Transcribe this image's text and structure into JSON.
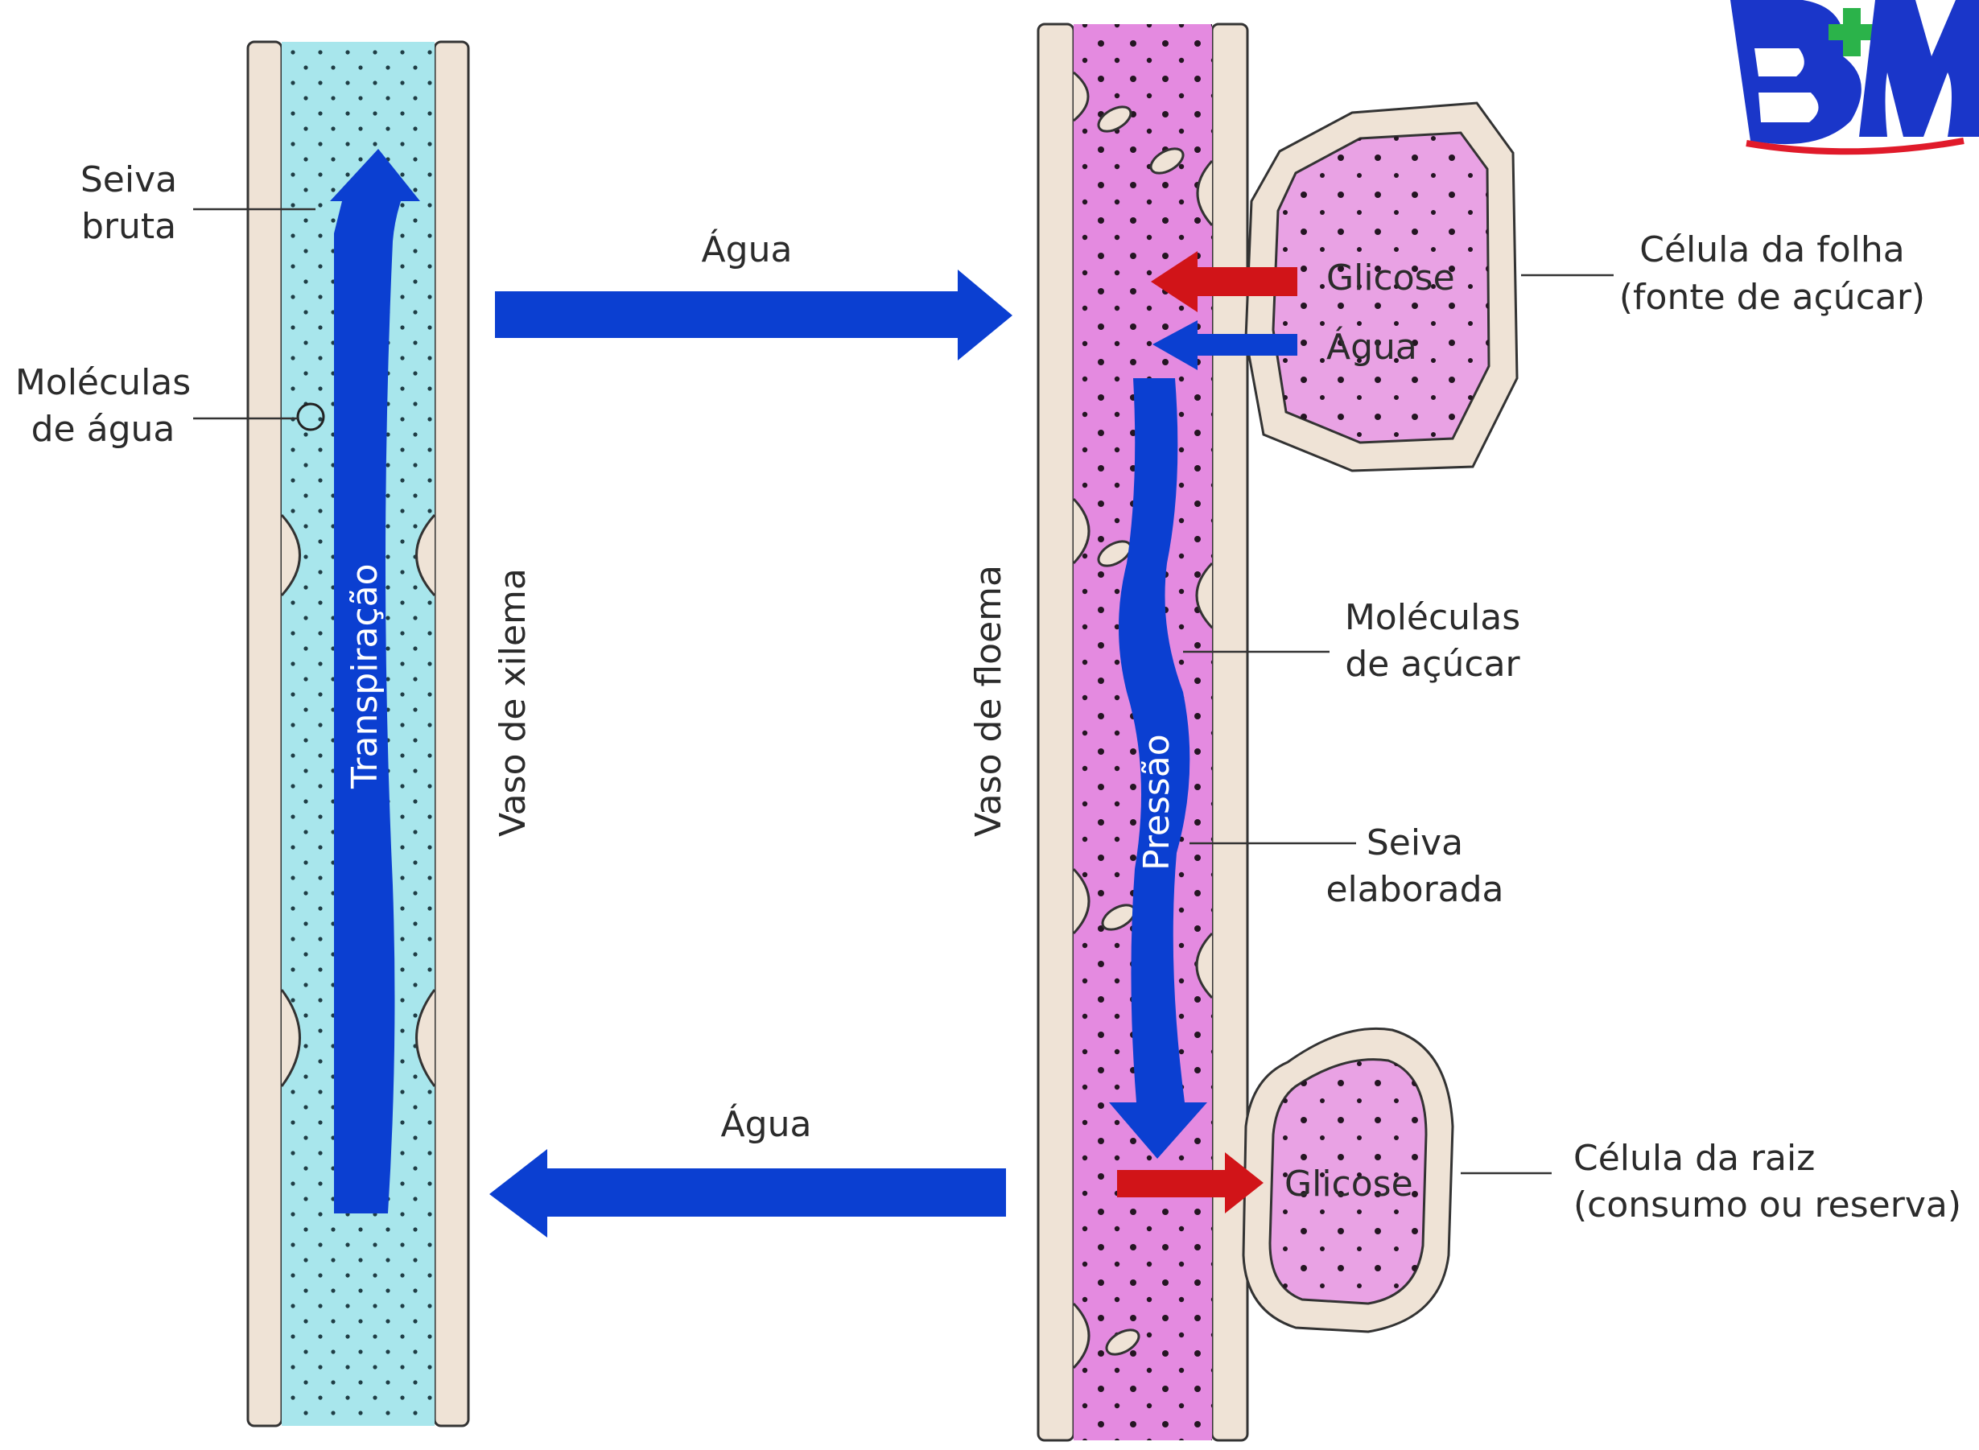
{
  "labels": {
    "seiva_bruta_1": "Seiva",
    "seiva_bruta_2": "bruta",
    "moleculas_agua_1": "Moléculas",
    "moleculas_agua_2": "de água",
    "transpiracao": "Transpiração",
    "vaso_xilema": "Vaso de xilema",
    "vaso_floema": "Vaso de floema",
    "agua_top": "Água",
    "agua_bottom": "Água",
    "glicose_leaf": "Glicose",
    "agua_leaf": "Água",
    "celula_folha_1": "Célula da folha",
    "celula_folha_2": "(fonte de açúcar)",
    "moleculas_acucar_1": "Moléculas",
    "moleculas_acucar_2": "de açúcar",
    "pressao": "Pressão",
    "seiva_elaborada_1": "Seiva",
    "seiva_elaborada_2": "elaborada",
    "glicose_root": "Glicose",
    "celula_raiz_1": "Célula da raiz",
    "celula_raiz_2": "(consumo ou reserva)"
  },
  "colors": {
    "xylem_fill": "#a8e6ec",
    "phloem_fill": "#e48ae0",
    "cell_fill": "#e9a2e4",
    "wall": "#efe3d6",
    "blue_arrow": "#0b3fd1",
    "red_arrow": "#d11418",
    "logo_blue": "#1a36c9",
    "logo_red": "#e01a2a",
    "logo_green": "#2bb34a"
  }
}
